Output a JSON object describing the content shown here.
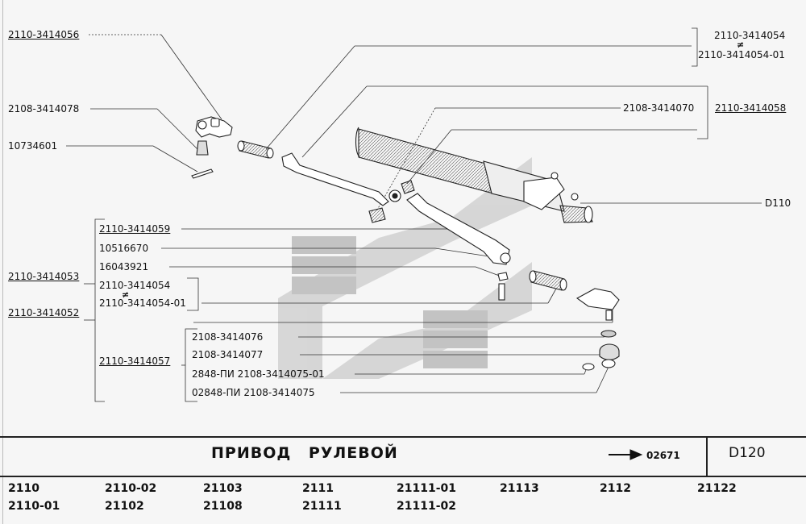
{
  "labels": {
    "p_2110_3414056": "2110-3414056",
    "p_2108_3414078": "2108-3414078",
    "p_10734601": "10734601",
    "p_2110_3414054_top": "2110-3414054",
    "p_neq_top": "≠",
    "p_2110_3414054_01_top": "2110-3414054-01",
    "p_2108_3414070": "2108-3414070",
    "p_2110_3414058": "2110-3414058",
    "p_D110": "D110",
    "p_2110_3414059": "2110-3414059",
    "p_10516670": "10516670",
    "p_16043921": "16043921",
    "p_2110_3414053": "2110-3414053",
    "p_2110_3414054_mid": "2110-3414054",
    "p_neq_mid": "≠",
    "p_2110_3414054_01_mid": "2110-3414054-01",
    "p_2110_3414052": "2110-3414052",
    "p_2108_3414076": "2108-3414076",
    "p_2110_3414057": "2110-3414057",
    "p_2108_3414077": "2108-3414077",
    "p_2848_pi": "2848-ПИ  2108-3414075-01",
    "p_02848_pi": "02848-ПИ  2108-3414075"
  },
  "footer": {
    "title": "ПРИВОД  РУЛЕВОЙ",
    "ref": "02671",
    "code": "D120"
  },
  "models": {
    "row1": [
      "2110",
      "2110-02",
      "21103",
      "2111",
      "21111-01",
      "21113",
      "2112",
      "21122"
    ],
    "row2": [
      "2110-01",
      "21102",
      "21108",
      "21111",
      "21111-02"
    ]
  }
}
